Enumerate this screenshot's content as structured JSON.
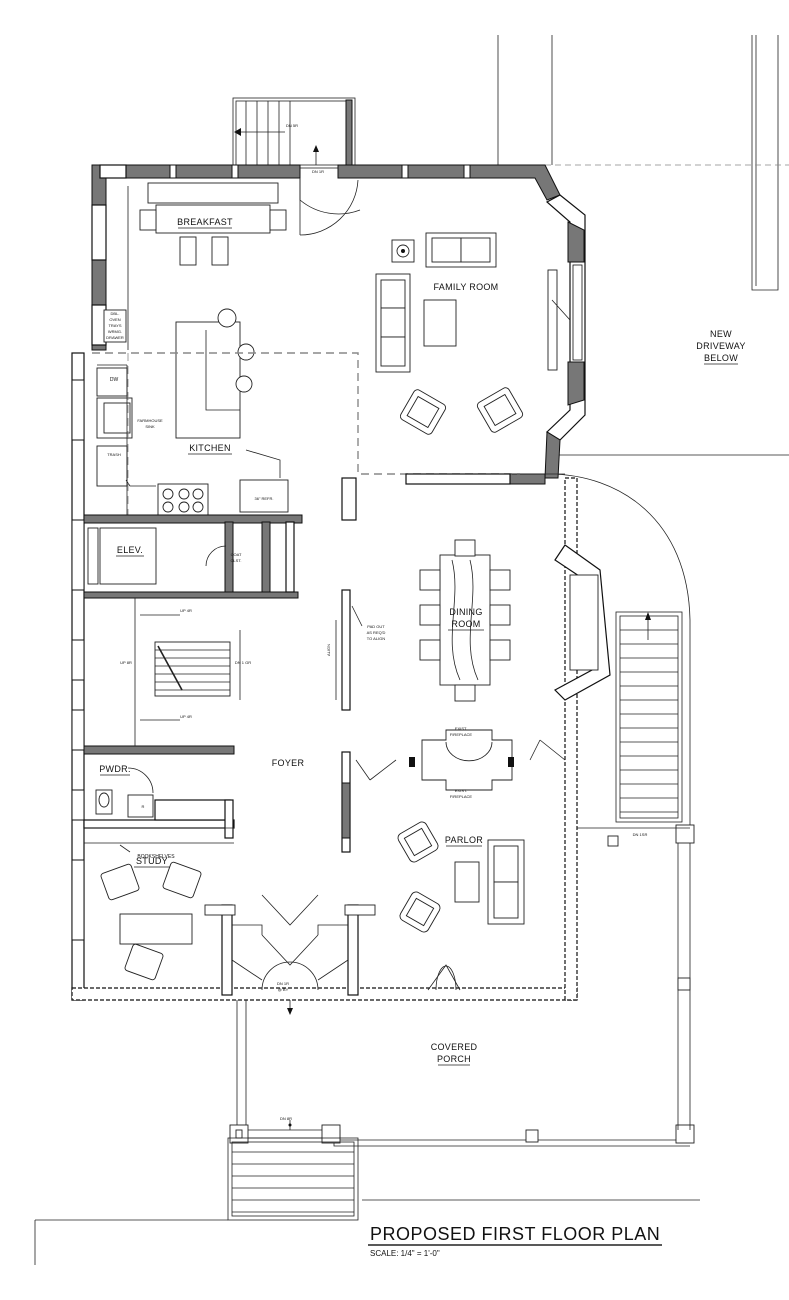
{
  "title": "PROPOSED FIRST FLOOR PLAN",
  "scale": "SCALE: 1/4\" = 1'-0\"",
  "rooms": {
    "breakfast": "BREAKFAST",
    "family_room": "FAMILY ROOM",
    "kitchen": "KITCHEN",
    "elev": "ELEV.",
    "dining_1": "DINING",
    "dining_2": "ROOM",
    "foyer": "FOYER",
    "pwdr": "PWDR.",
    "study": "STUDY",
    "parlor": "PARLOR",
    "porch_1": "COVERED",
    "porch_2": "PORCH",
    "driveway_1": "NEW",
    "driveway_2": "DRIVEWAY",
    "driveway_3": "BELOW"
  },
  "notes": {
    "dbl_oven": [
      "DBL.",
      "OVEN",
      "TRAYS",
      "WRMG.",
      "DRAWER"
    ],
    "dw": "DW",
    "farmhouse_1": "FARMHOUSE",
    "farmhouse_2": "SINK",
    "trash": "TRASH",
    "refr": "36\" REFR.",
    "coat_1": "COAT",
    "coat_2": "CLST.",
    "pad_1": "PAD OUT",
    "pad_2": "AS REQ'D",
    "pad_3": "TO ALIGN",
    "align": "ALIGN",
    "fireplace_top_1": "EXIST.",
    "fireplace_top_2": "FIREPLACE",
    "fireplace_bot_1": "EXIST.",
    "fireplace_bot_2": "FIREPLACE",
    "bookshelves": "BOOKSHELVES",
    "dn_5r": "DN 5R",
    "dn_1r_top": "DN 1R",
    "up_4r_1": "UP 4R",
    "up_8r": "UP 8R",
    "dn_1gr": "DN 1 GR",
    "up_4r_2": "UP 4R",
    "dn_1r_front_1": "DN 1R",
    "dn_1r_front_2": "@ BY",
    "dn_1sr": "DN 1SR",
    "dn_8r": "DN 8R",
    "pwdr_r": "R"
  }
}
